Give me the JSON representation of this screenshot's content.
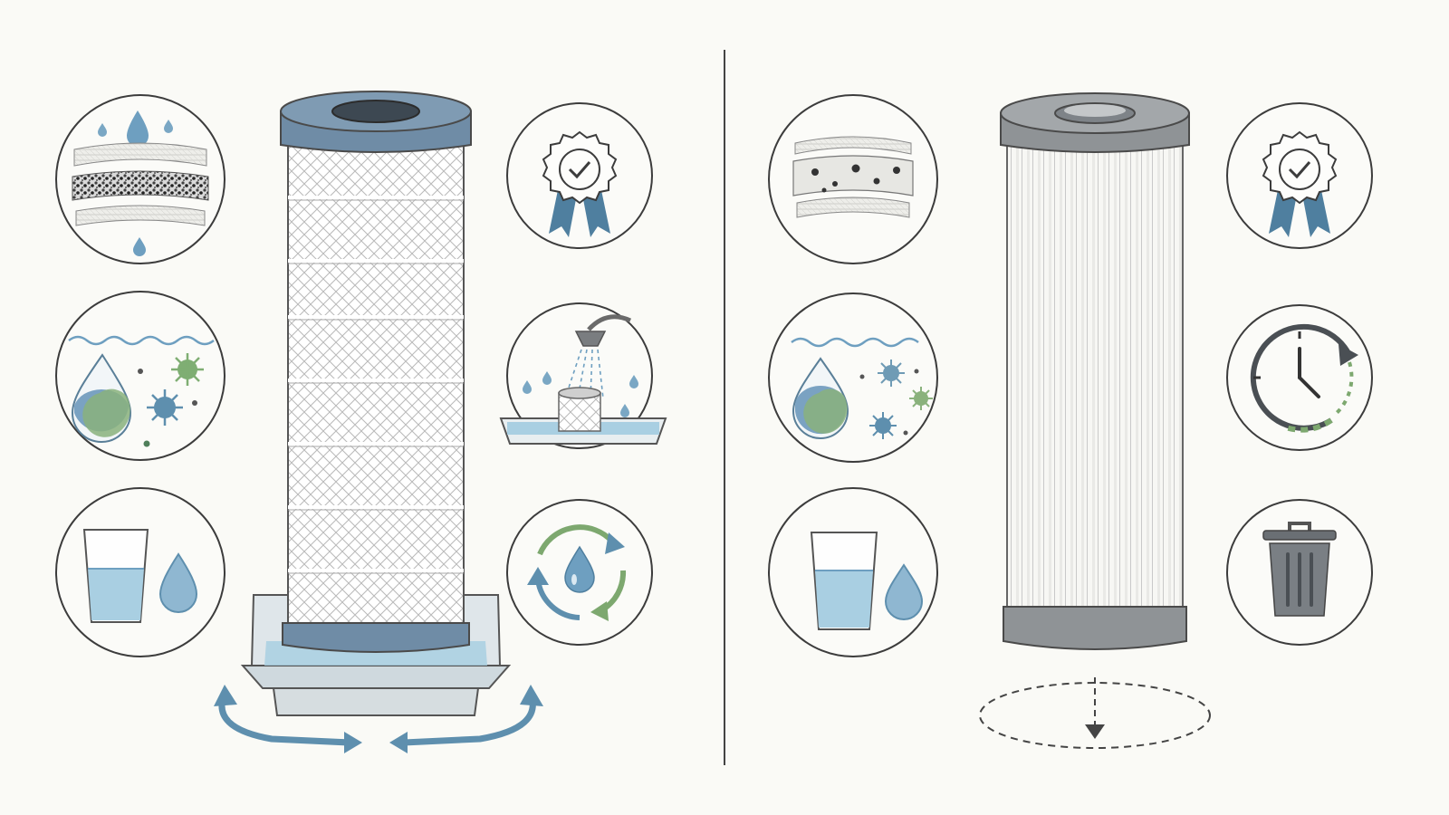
{
  "colors": {
    "background": "#fafaf6",
    "ink": "#3c3c3c",
    "accent_blue": "#5e8fae",
    "light_blue": "#a9cfe2",
    "accent_green": "#7da86f",
    "steel_blue": "#6f8ca6",
    "grey_cap": "#8f9396",
    "pleat_white": "#f5f5f2"
  },
  "left_panel": {
    "cartridge": "reusable-mesh-cartridge",
    "icons": [
      "layered-filter-media-icon",
      "contaminants-removal-icon",
      "clean-water-glass-icon",
      "quality-award-badge-icon",
      "rinse-under-shower-icon",
      "reuse-cycle-icon"
    ],
    "base": "water-tray",
    "motion": "rotate-arrows"
  },
  "right_panel": {
    "cartridge": "pleated-disposable-cartridge",
    "icons": [
      "layered-filter-media-icon",
      "contaminants-removal-icon",
      "clean-water-glass-icon",
      "quality-award-badge-icon",
      "replacement-timer-icon",
      "trash-can-icon"
    ],
    "base": "dashed-drop-outline"
  }
}
